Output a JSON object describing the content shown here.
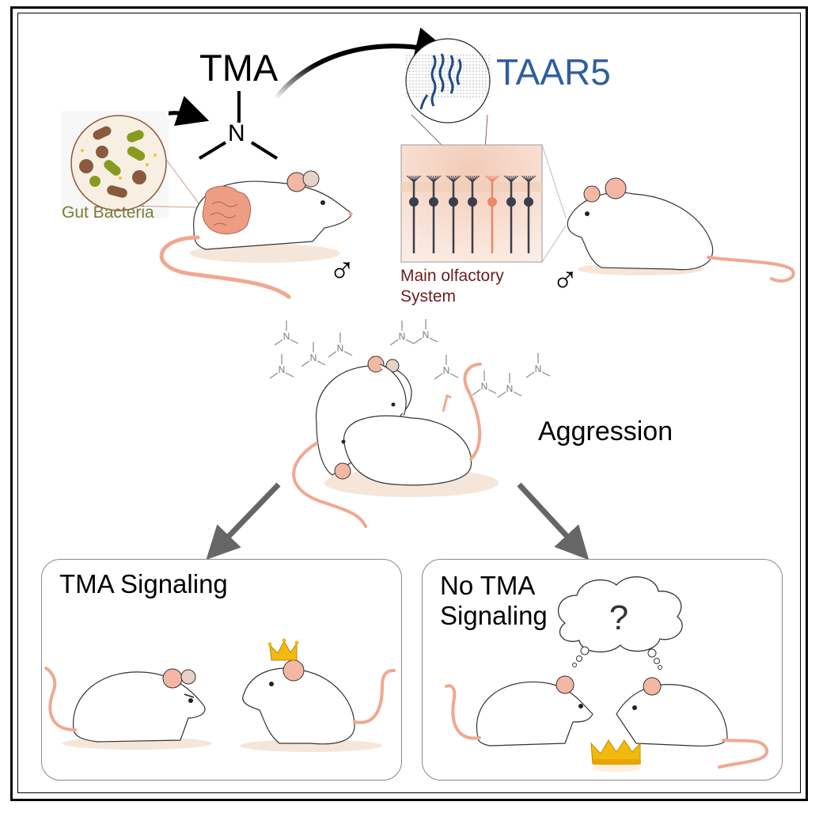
{
  "figure": {
    "type": "graphical-abstract",
    "labels": {
      "molecule": "TMA",
      "molecule_atom": "N",
      "receptor": "TAAR5",
      "source": "Gut Bacteria",
      "sensory_system": "Main olfactory System",
      "behavior": "Aggression",
      "question_mark": "?"
    },
    "symbols": {
      "male": "♂"
    },
    "panels": [
      {
        "title": "TMA Signaling",
        "outcome": "dominance-established"
      },
      {
        "title": "No TMA Signaling",
        "outcome": "dominance-undetermined"
      }
    ],
    "colors": {
      "receptor_text": "#2e5f9e",
      "gut_text": "#7b7d37",
      "olfactory_text": "#6e1d1d",
      "rat_tail": "#f0a890",
      "rat_ear": "#f4b7a4",
      "crown": "#f2b90f",
      "arrow_gray": "#666666",
      "neuron_dark": "#3b3f4c",
      "neuron_active": "#e8876a",
      "bacteria_brown": "#8a5a3c",
      "bacteria_green": "#8a9a1e",
      "gut_organ": "#ee9d85"
    }
  }
}
